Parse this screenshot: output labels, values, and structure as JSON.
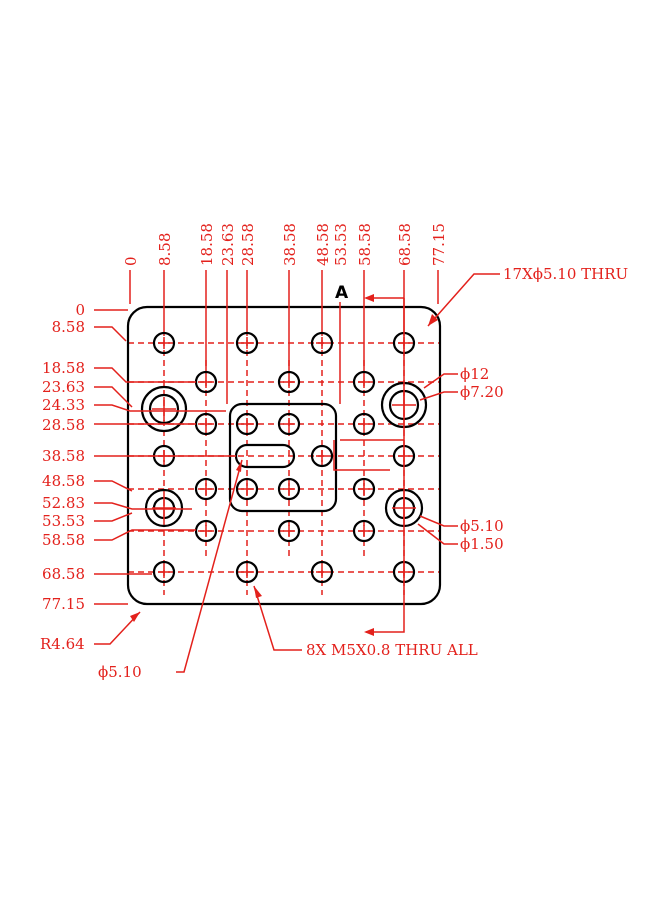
{
  "diagram": {
    "marker": "A",
    "top_dimensions": [
      "0",
      "8.58",
      "18.58",
      "23.63",
      "28.58",
      "38.58",
      "48.58",
      "53.53",
      "58.58",
      "68.58",
      "77.15"
    ],
    "left_dimensions": [
      "0",
      "8.58",
      "18.58",
      "23.63",
      "24.33",
      "28.58",
      "38.58",
      "48.58",
      "52.83",
      "53.53",
      "58.58",
      "68.58",
      "77.15"
    ],
    "callouts": {
      "thru_holes": "17Xϕ5.10 THRU",
      "dia_12": "ϕ12",
      "dia_7_20": "ϕ7.20",
      "dia_5_10_right": "ϕ5.10",
      "dia_1_50": "ϕ1.50",
      "corner_radius": "R4.64",
      "slot_dia": "ϕ5.10",
      "tapped_holes": "8X M5X0.8 THRU ALL"
    },
    "colors": {
      "outline": "#000000",
      "dimension": "#e3211c"
    }
  }
}
